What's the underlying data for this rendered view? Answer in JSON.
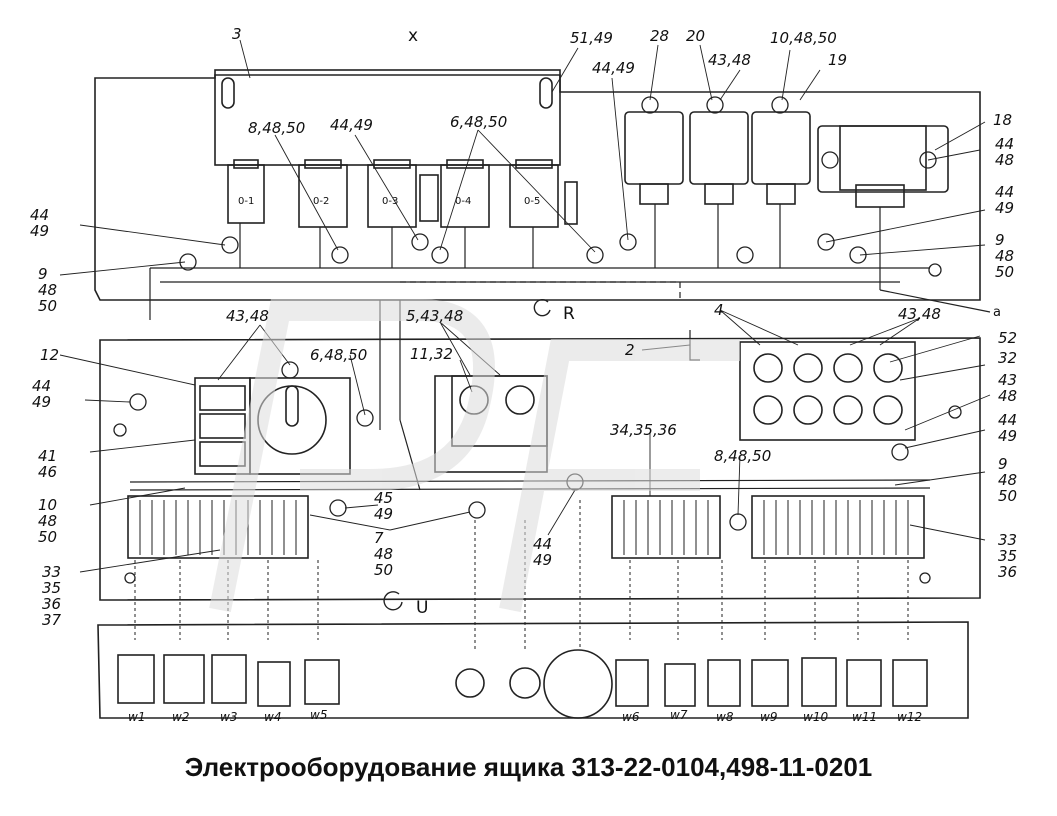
{
  "caption": "Электрооборудование ящика 313-22-0104,498-11-0201",
  "inscriptions": {
    "x": "x",
    "r": "R",
    "u": "U",
    "a": "a"
  },
  "connector_tags": [
    "0-1",
    "0-2",
    "0-3",
    "0-4",
    "0-5"
  ],
  "callouts": [
    {
      "id": "c1",
      "text": "3"
    },
    {
      "id": "c2",
      "text": "51,49"
    },
    {
      "id": "c3",
      "text": "44,49"
    },
    {
      "id": "c4",
      "text": "28"
    },
    {
      "id": "c5",
      "text": "20"
    },
    {
      "id": "c6",
      "text": "43,48"
    },
    {
      "id": "c7",
      "text": "10,48,50"
    },
    {
      "id": "c8",
      "text": "19"
    },
    {
      "id": "c9",
      "text": "8,48,50"
    },
    {
      "id": "c10",
      "text": "44,49"
    },
    {
      "id": "c11",
      "text": "6,48,50"
    },
    {
      "id": "c12",
      "text": "18"
    },
    {
      "id": "c13",
      "text": "44\n48"
    },
    {
      "id": "c14",
      "text": "44\n49"
    },
    {
      "id": "c15",
      "text": "44\n49"
    },
    {
      "id": "c16",
      "text": "9\n48\n50"
    },
    {
      "id": "c17",
      "text": "9\n48\n50"
    },
    {
      "id": "c18",
      "text": "43,48"
    },
    {
      "id": "c19",
      "text": "5,43,48"
    },
    {
      "id": "c20",
      "text": "4"
    },
    {
      "id": "c21",
      "text": "43,48"
    },
    {
      "id": "c22",
      "text": "52"
    },
    {
      "id": "c23",
      "text": "2"
    },
    {
      "id": "c24",
      "text": "12"
    },
    {
      "id": "c25",
      "text": "6,48,50"
    },
    {
      "id": "c26",
      "text": "11,32"
    },
    {
      "id": "c27",
      "text": "32"
    },
    {
      "id": "c28",
      "text": "44\n49"
    },
    {
      "id": "c29",
      "text": "43\n48"
    },
    {
      "id": "c30",
      "text": "44\n49"
    },
    {
      "id": "c31",
      "text": "41\n46"
    },
    {
      "id": "c32",
      "text": "34,35,36"
    },
    {
      "id": "c33",
      "text": "8,48,50"
    },
    {
      "id": "c34",
      "text": "9\n48\n50"
    },
    {
      "id": "c35",
      "text": "10\n48\n50"
    },
    {
      "id": "c36",
      "text": "45\n49"
    },
    {
      "id": "c37",
      "text": "7\n48\n50"
    },
    {
      "id": "c38",
      "text": "44\n49"
    },
    {
      "id": "c39",
      "text": "33\n35\n36\n37"
    },
    {
      "id": "c40",
      "text": "33\n35\n36"
    }
  ],
  "connectors": [
    "w1",
    "w2",
    "w3",
    "w4",
    "w5",
    "w6",
    "w7",
    "w8",
    "w9",
    "w10",
    "w11",
    "w12"
  ]
}
